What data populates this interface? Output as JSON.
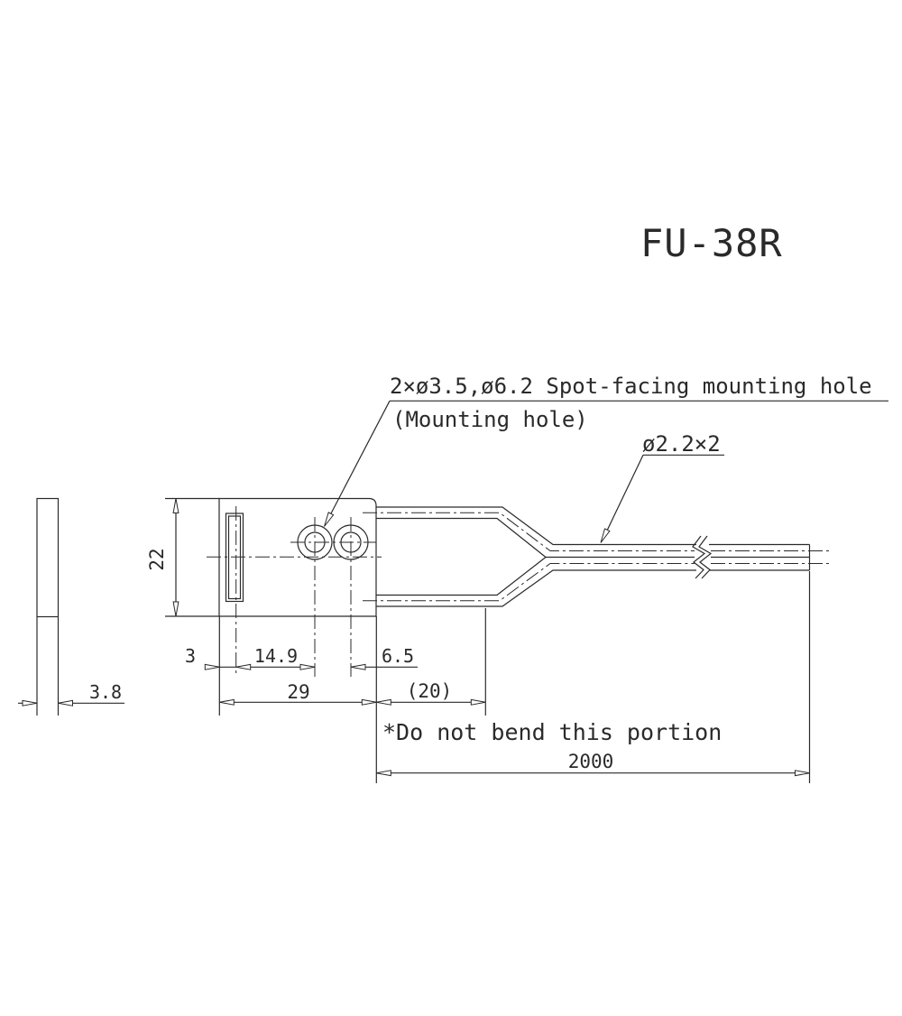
{
  "drawing": {
    "title": "FU-38R",
    "annotations": {
      "mounting_hole_line1": "2×ø3.5,ø6.2 Spot-facing mounting hole",
      "mounting_hole_line2": "(Mounting hole)",
      "cable_diameter": "ø2.2×2",
      "bend_note": "*Do not bend this portion"
    },
    "dimensions": {
      "body_height": "22",
      "edge_to_slot": "3",
      "slot_to_hole": "14.9",
      "hole_spacing": "6.5",
      "body_width": "29",
      "no_bend_zone": "(20)",
      "thickness": "3.8",
      "cable_length": "2000"
    },
    "colors": {
      "line": "#2a2a2a",
      "background": "#ffffff"
    }
  }
}
